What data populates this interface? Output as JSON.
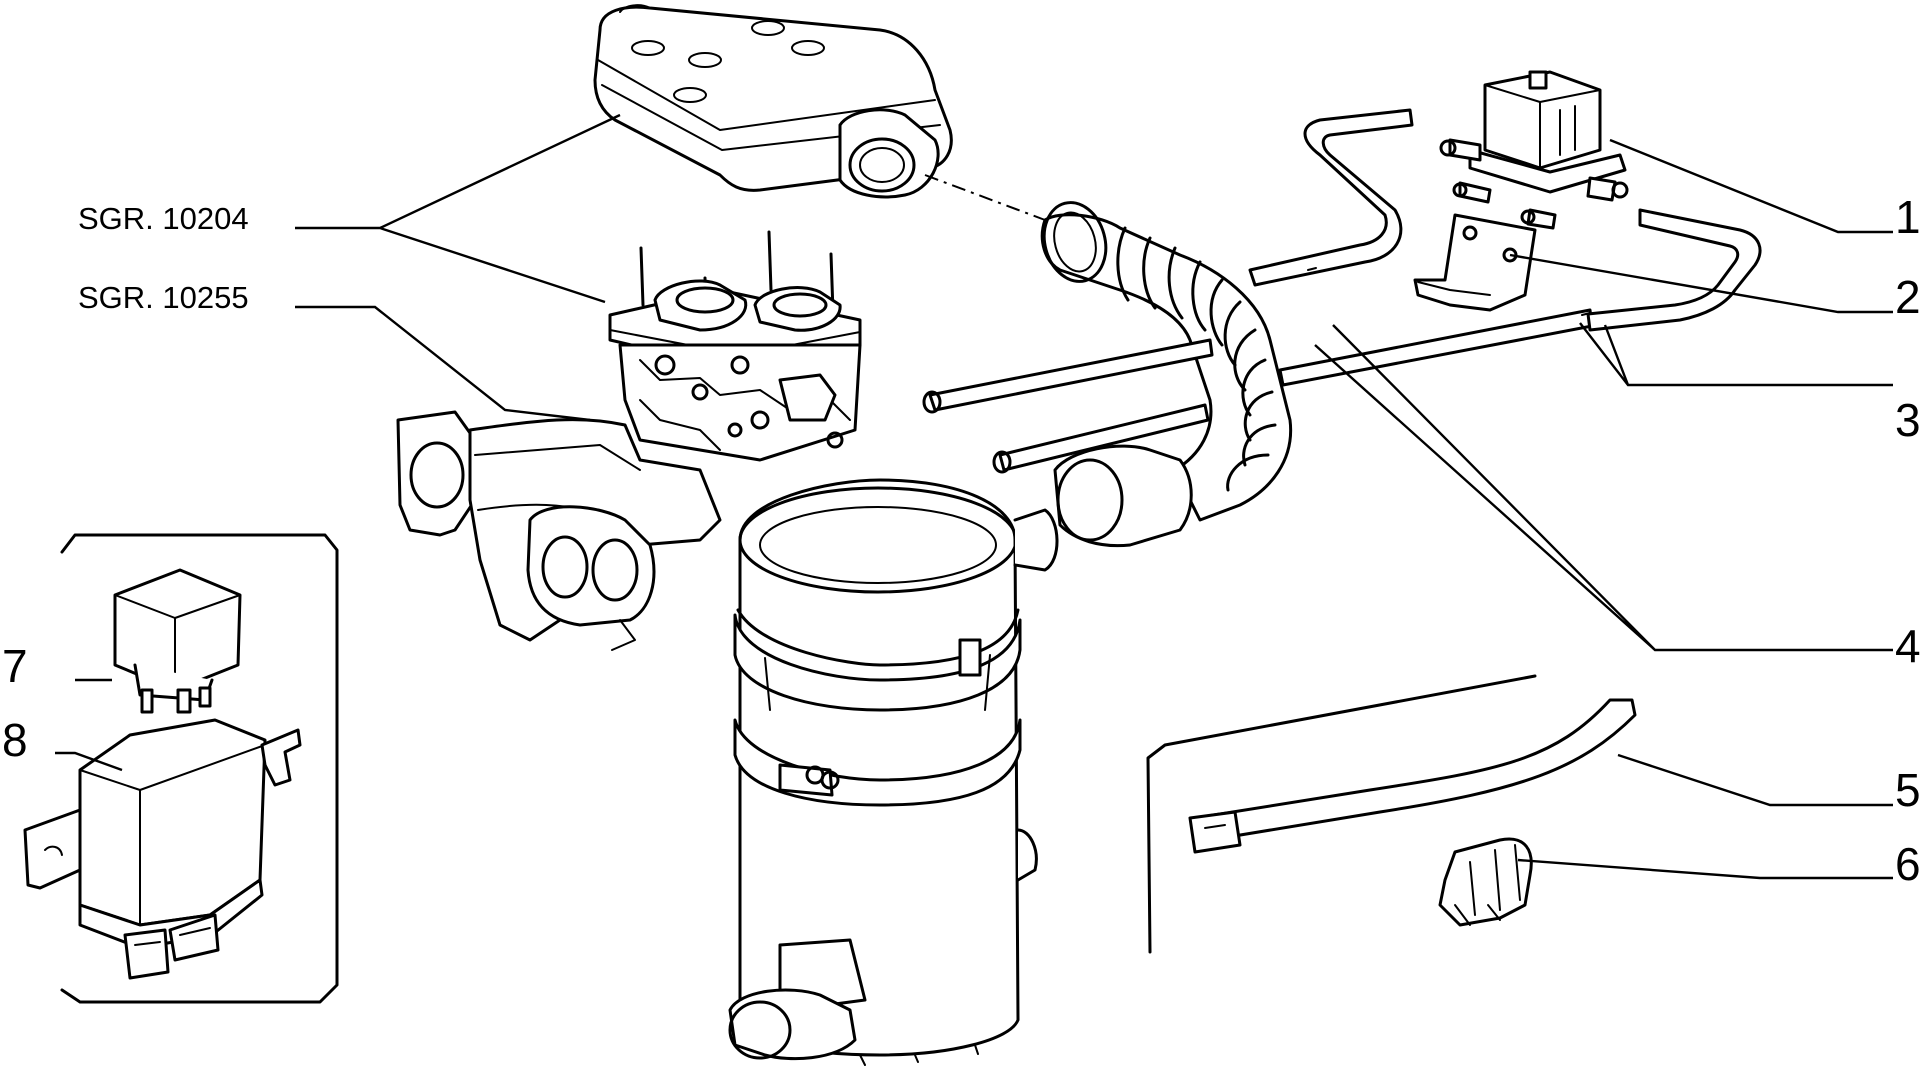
{
  "callouts": [
    {
      "id": "1",
      "label": "1"
    },
    {
      "id": "2",
      "label": "2"
    },
    {
      "id": "3",
      "label": "3"
    },
    {
      "id": "4",
      "label": "4"
    },
    {
      "id": "5",
      "label": "5"
    },
    {
      "id": "6",
      "label": "6"
    },
    {
      "id": "7",
      "label": "7"
    },
    {
      "id": "8",
      "label": "8"
    }
  ],
  "references": [
    {
      "id": "sgr-10204",
      "label": "SGR. 10204"
    },
    {
      "id": "sgr-10255",
      "label": "SGR. 10255"
    }
  ]
}
